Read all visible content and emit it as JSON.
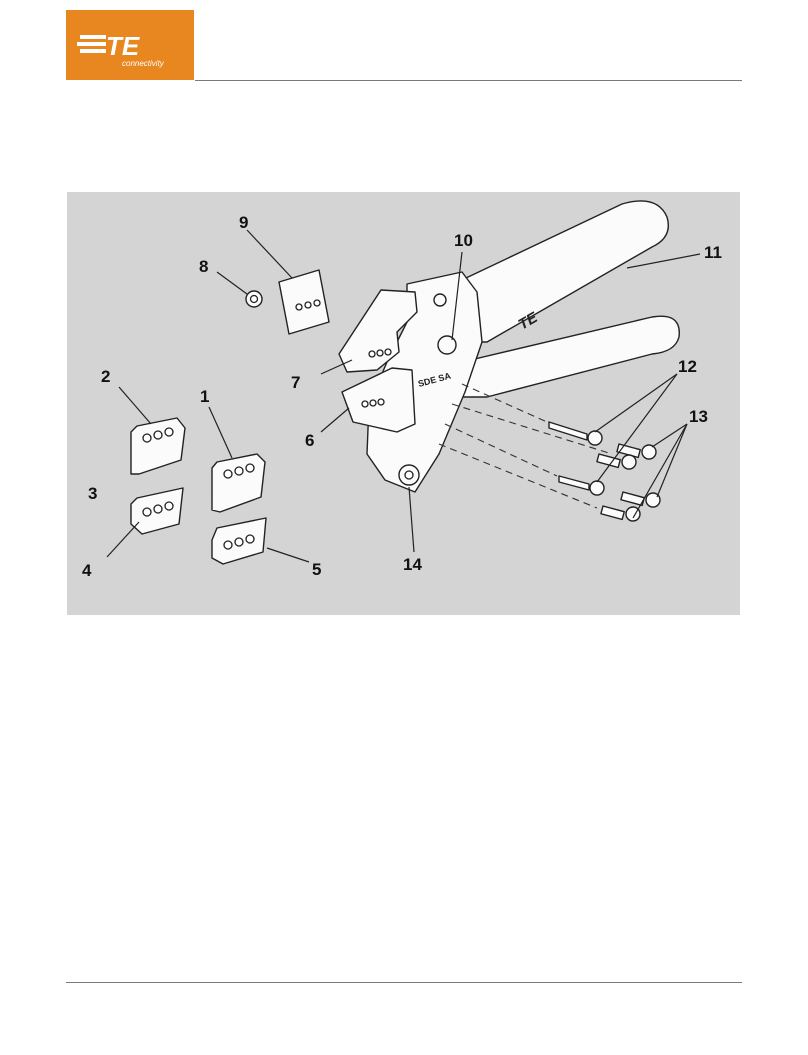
{
  "brand": {
    "logo_text": "TE",
    "tagline": "connectivity",
    "color": "#e8861f"
  },
  "figure": {
    "background": "#d4d4d4",
    "tool_logo_text": "TE",
    "tool_marking": "SDE SA",
    "callouts": {
      "c1": "1",
      "c2": "2",
      "c3": "3",
      "c4": "4",
      "c5": "5",
      "c6": "6",
      "c7": "7",
      "c8": "8",
      "c9": "9",
      "c10": "10",
      "c11": "11",
      "c12": "12",
      "c13": "13",
      "c14": "14"
    }
  }
}
